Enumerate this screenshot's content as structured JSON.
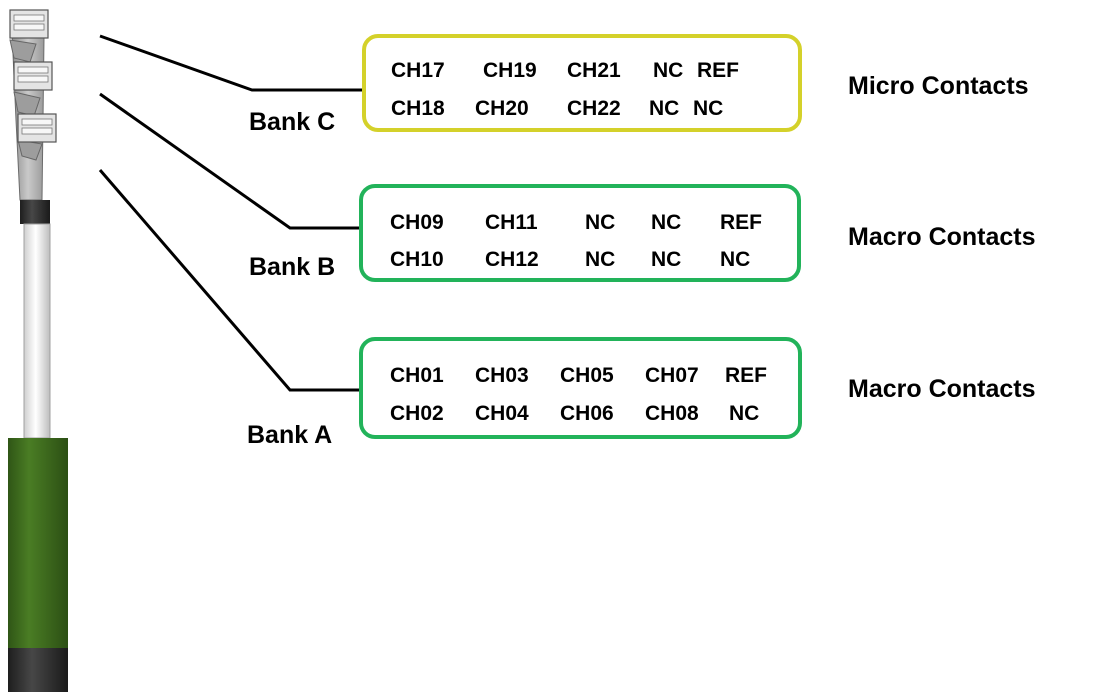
{
  "colors": {
    "micro_border": "#d4d12a",
    "macro_border": "#22b35a",
    "probe_green": "#3f6b1e",
    "probe_dark": "#2e2e2e",
    "connector_gray": "#a9a9a9",
    "line": "#000000"
  },
  "banks": [
    {
      "label": "Bank C",
      "group": "Micro Contacts",
      "border_color": "#d4d12a",
      "rows": [
        [
          "CH17",
          "CH19",
          "CH21",
          "NC",
          "REF"
        ],
        [
          "CH18",
          "CH20",
          "CH22",
          "NC",
          "NC"
        ]
      ]
    },
    {
      "label": "Bank B",
      "group": "Macro Contacts",
      "border_color": "#22b35a",
      "rows": [
        [
          "CH09",
          "CH11",
          "NC",
          "NC",
          "REF"
        ],
        [
          "CH10",
          "CH12",
          "NC",
          "NC",
          "NC"
        ]
      ]
    },
    {
      "label": "Bank A",
      "group": "Macro Contacts",
      "border_color": "#22b35a",
      "rows": [
        [
          "CH01",
          "CH03",
          "CH05",
          "CH07",
          "REF"
        ],
        [
          "CH02",
          "CH04",
          "CH06",
          "CH08",
          "NC"
        ]
      ]
    }
  ]
}
